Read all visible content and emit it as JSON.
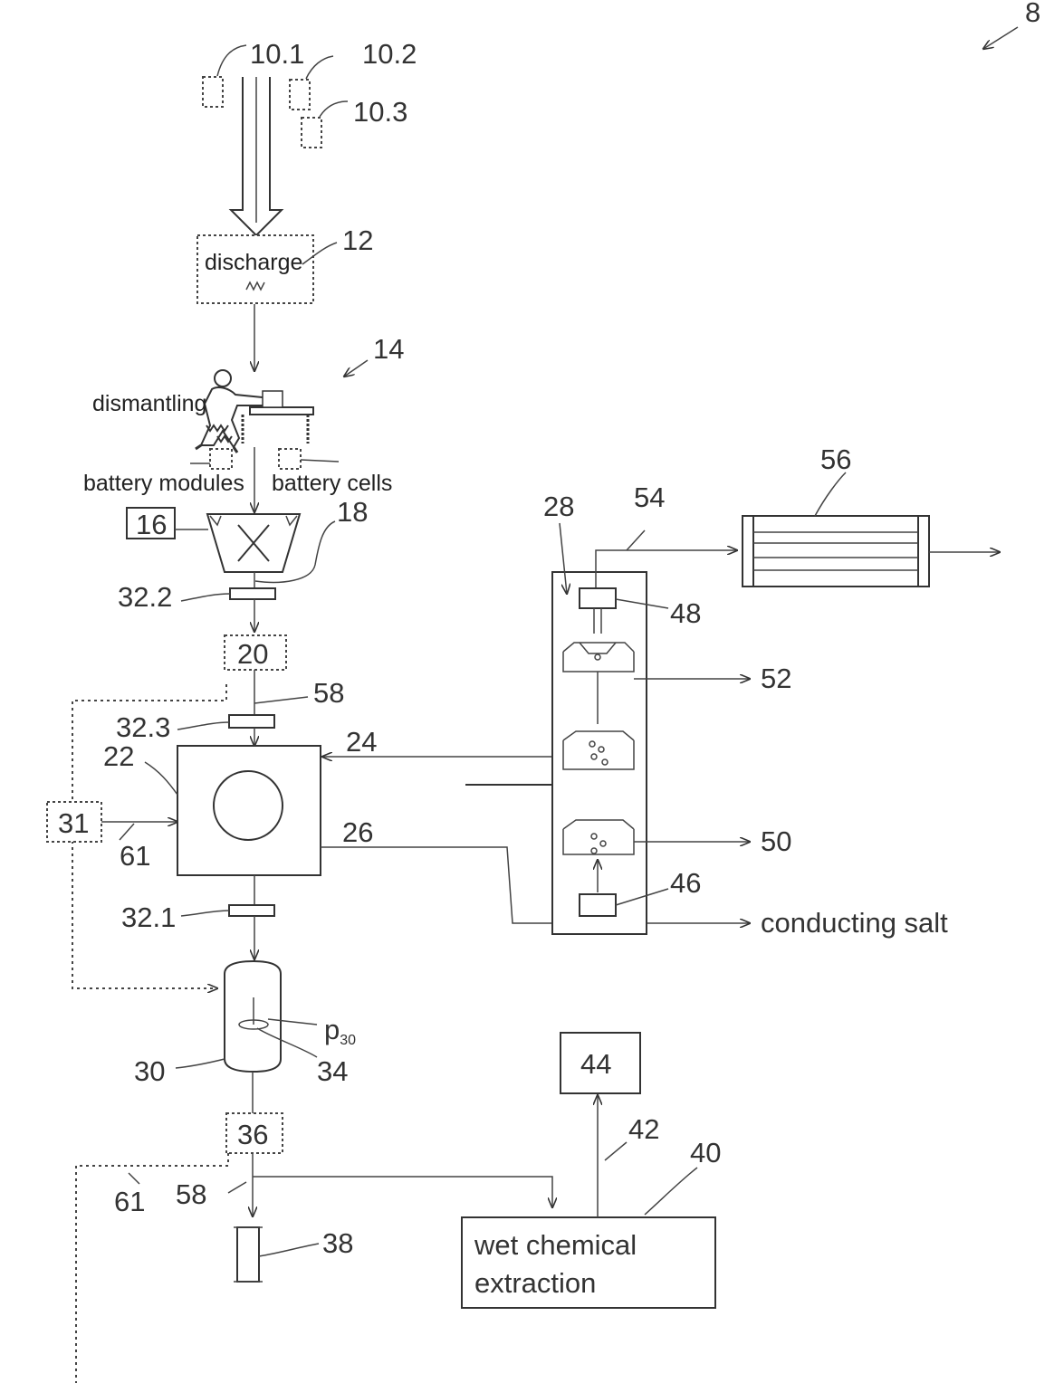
{
  "refs": {
    "r8": "8",
    "r10_1": "10.1",
    "r10_2": "10.2",
    "r10_3": "10.3",
    "r12": "12",
    "r14": "14",
    "r16": "16",
    "r18": "18",
    "r20": "20",
    "r22": "22",
    "r24": "24",
    "r26": "26",
    "r28": "28",
    "r30": "30",
    "r31": "31",
    "r32_1": "32.1",
    "r32_2": "32.2",
    "r32_3": "32.3",
    "r34": "34",
    "r36": "36",
    "r38": "38",
    "r40": "40",
    "r42": "42",
    "r44": "44",
    "r46": "46",
    "r48": "48",
    "r50_mid": "50",
    "r50_out": "50",
    "r52": "52",
    "r54": "54",
    "r56": "56",
    "r58_top": "58",
    "r58_bottom": "58",
    "r61_left": "61",
    "r61_bottom": "61",
    "p30_main": "p",
    "p30_sub": "30"
  },
  "labels": {
    "discharge": "discharge",
    "dismantling": "dismantling",
    "battery_modules": "battery modules",
    "battery_cells": "battery cells",
    "conducting_salt": "conducting salt",
    "wet_chemical_line1": "wet chemical",
    "wet_chemical_line2": "extraction"
  }
}
